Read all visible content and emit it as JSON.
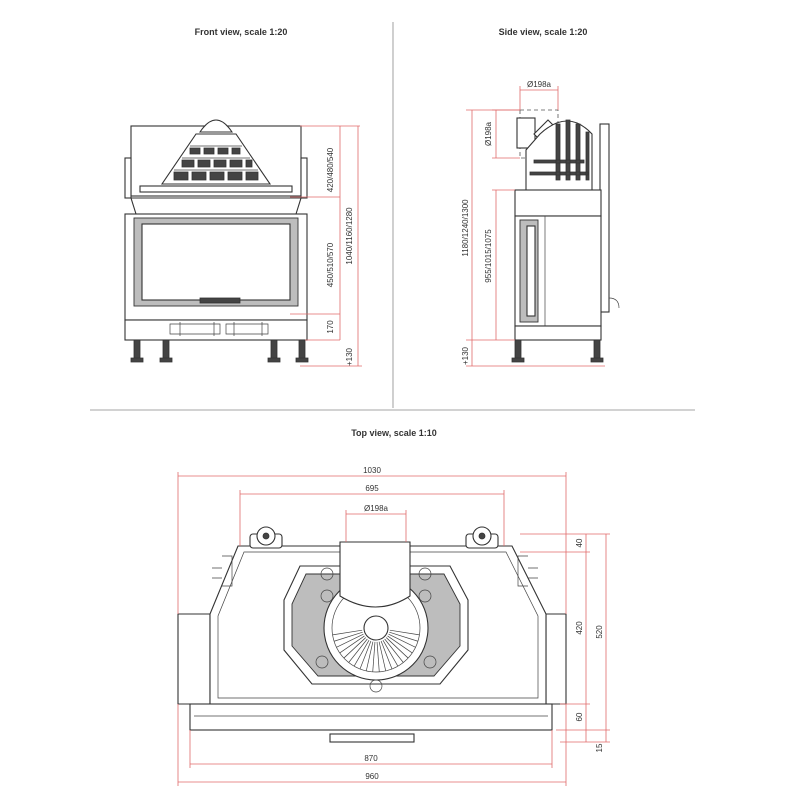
{
  "views": {
    "front": {
      "title": "Front view, scale 1:20",
      "dims": {
        "top": "420/480/540",
        "total": "1040/1160/1280",
        "glass": "450/510/570",
        "base": "170",
        "legs": "+130"
      }
    },
    "side": {
      "title": "Side view, scale 1:20",
      "dims": {
        "flue_top": "Ø198a",
        "flue_side": "Ø198a",
        "total": "1180/1240/1300",
        "body": "955/1015/1075",
        "legs": "+130"
      }
    },
    "top": {
      "title": "Top view, scale 1:10",
      "dims": {
        "width_total": "1030",
        "width_mid": "695",
        "flue": "Ø198a",
        "width_front": "870",
        "width_base": "960",
        "d_back": "40",
        "d_mid": "420",
        "d_front": "60",
        "d_total": "520",
        "d_door": "15"
      }
    }
  },
  "colors": {
    "line": "#333333",
    "dimension": "#e06a6a",
    "fill_grey": "#bdbdbd"
  }
}
